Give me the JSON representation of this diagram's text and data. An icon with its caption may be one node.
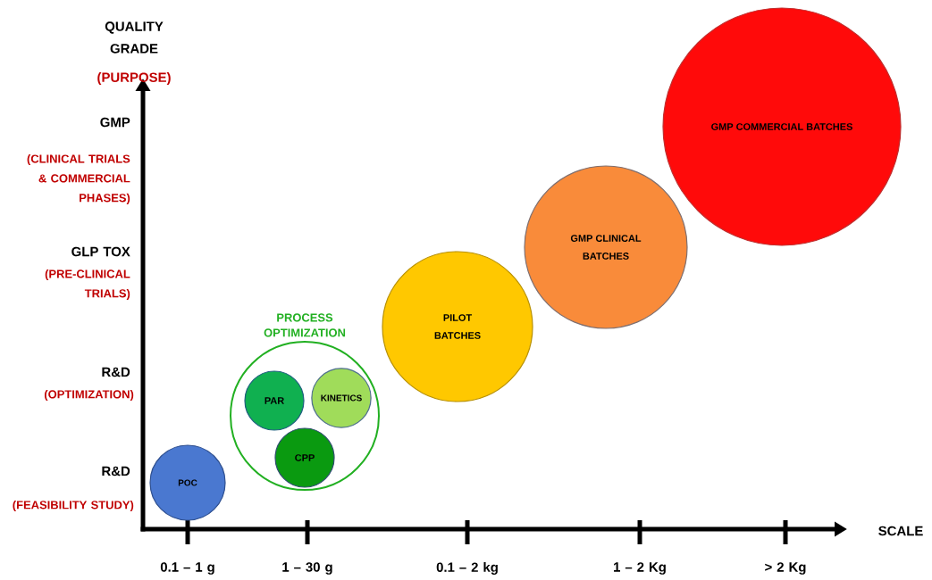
{
  "diagram": {
    "nodes": [
      {
        "text": [
          "POC"
        ]
      },
      {
        "text": [
          "PROCESS OPTIMIZATION"
        ]
      },
      {
        "text": [
          "PAR"
        ],
        "in": 1
      },
      {
        "text": [
          "KINETICS"
        ],
        "in": 1
      },
      {
        "text": [
          "CPP"
        ],
        "in": 1
      },
      {
        "text": [
          "PILOT BATCHES"
        ]
      },
      {
        "text": [
          "GMP CLINICAL BATCHES"
        ]
      },
      {
        "text": [
          "GMP COMMERCIAL BATCHES"
        ]
      }
    ],
    "labels": [
      "QUALITY GRADE",
      "(PURPOSE)",
      "GMP",
      "(CLINICAL TRIALS & COMMERCIAL PHASES)",
      "GLP TOX",
      "(PRE-CLINICAL TRIALS)",
      "R&D",
      "(OPTIMIZATION)",
      "R&D",
      "(FEASIBILITY STUDY)",
      "SCALE",
      "0.1 – 1 g",
      "1 – 30 g",
      "0.1 – 2 kg",
      "1 – 2 Kg",
      "> 2 Kg"
    ]
  }
}
